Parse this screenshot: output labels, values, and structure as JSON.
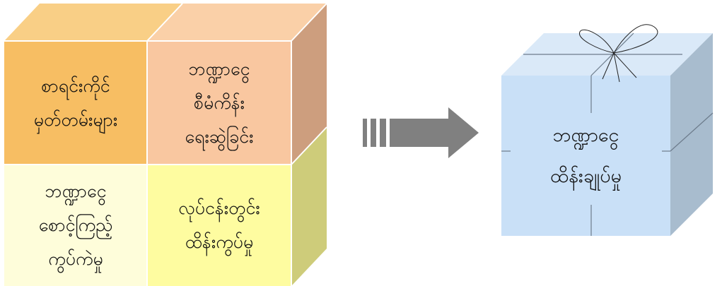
{
  "cube": {
    "top_left": {
      "lines": [
        "စာရင်းကိုင်",
        "မှတ်တမ်းများ"
      ],
      "color": "#F7BE63"
    },
    "top_right": {
      "lines": [
        "ဘဏ္ဍာငွေ",
        "စီမံကိန်း",
        "ရေးဆွဲခြင်း"
      ],
      "color": "#F9C7A0"
    },
    "bottom_left": {
      "lines": [
        "ဘဏ္ဍာငွေ",
        "စောင့်ကြည့်",
        "ကွပ်ကဲမှု"
      ],
      "color": "#FEFDDA"
    },
    "bottom_right": {
      "lines": [
        "လုပ်ငန်းတွင်း",
        "ထိန်းကွပ်မှု"
      ],
      "color": "#FEFCA0"
    }
  },
  "arrow": {
    "icon": "right-arrow-icon",
    "color": "#808080"
  },
  "gift_box": {
    "lines": [
      "ဘဏ္ဍာငွေ",
      "ထိန်းချုပ်မှု"
    ],
    "color": "#C9E0F7",
    "icon": "ribbon-bow-icon"
  }
}
